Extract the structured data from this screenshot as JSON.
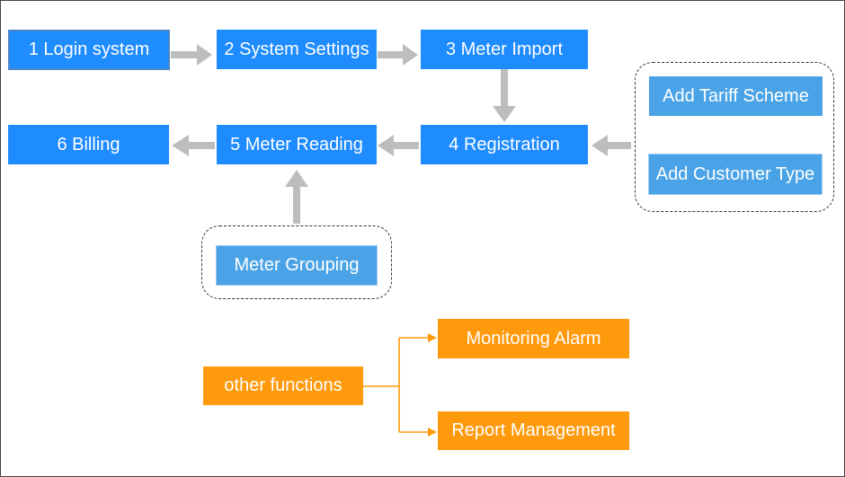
{
  "diagram": {
    "steps": {
      "login": "1 Login system",
      "settings": "2 System Settings",
      "import": "3 Meter Import",
      "registration": "4 Registration",
      "reading": "5 Meter Reading",
      "billing": "6 Billing"
    },
    "registration_inputs": {
      "tariff": "Add Tariff Scheme",
      "customer_type": "Add Customer Type"
    },
    "reading_inputs": {
      "grouping": "Meter Grouping"
    },
    "other": {
      "root": "other functions",
      "monitoring": "Monitoring Alarm",
      "report": "Report Management"
    }
  },
  "colors": {
    "step_blue": "#1e8bff",
    "input_blue": "#4aa3e6",
    "orange": "#ff9a0d",
    "arrow_gray": "#bdbdbd"
  }
}
